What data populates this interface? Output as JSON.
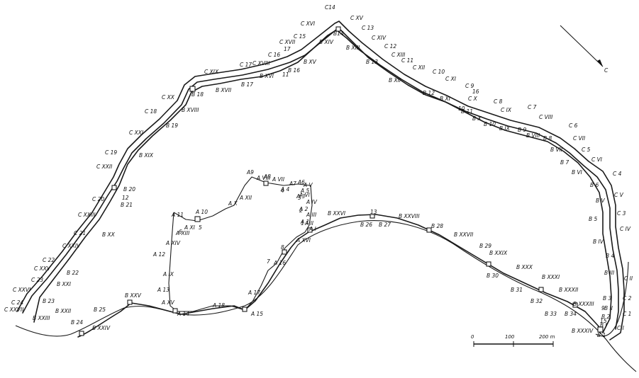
{
  "labels": {
    "outer": [
      "C14",
      "C XV",
      "C 13",
      "C XIV",
      "C 12",
      "C XIII",
      "C 11",
      "C XII",
      "C 10",
      "C XI",
      "C 9",
      "C X",
      "C 8",
      "C IX",
      "C 7",
      "C VIII",
      "C 6",
      "C VII",
      "C 5",
      "C VI",
      "C 4",
      "C V",
      "C 3",
      "C IV",
      "C II",
      "C 2",
      "C 1",
      "C I",
      "C XVI",
      "C 15",
      "C XVII",
      "C 16",
      "C XVIII",
      "C 17",
      "C XIX",
      "C 18",
      "C XX",
      "C 19",
      "C XXI",
      "C 20",
      "C XXII",
      "C 21",
      "C XXIII",
      "C 22",
      "C XXIV",
      "C 23",
      "C XXV",
      "C 24",
      "C XXVI",
      "C XXVII"
    ],
    "towers_b": [
      "B14",
      "B XIV",
      "B XIII",
      "B 13",
      "B XII",
      "B 12",
      "B XI",
      "B 11",
      "B X",
      "B 10",
      "B IX",
      "B 9",
      "B VIII",
      "B 8",
      "B VII",
      "B 7",
      "B VI",
      "B 6",
      "B V",
      "B 5",
      "B IV",
      "B 4",
      "B III",
      "B 3",
      "B II",
      "B 2",
      "B I",
      "B XV",
      "B 16",
      "B XVI",
      "B 17",
      "B 18",
      "B XVII",
      "B 19",
      "B XVIII",
      "B 20",
      "B 21",
      "B XIX",
      "B XX",
      "B 22",
      "B XXI",
      "B 23",
      "B XXII",
      "B XXIII",
      "B 24",
      "B 25",
      "B XXIV",
      "B XXV",
      "B XXVI",
      "B 26",
      "B 27",
      "B 28",
      "B XXVII",
      "B 29",
      "B XXVIII",
      "B XXIX",
      "B 30",
      "B XXX",
      "B 31",
      "B XXXI",
      "B 32",
      "B XXXII",
      "B 33",
      "B XXXIII",
      "B 34",
      "B XXXIV",
      "B 1"
    ],
    "citadel": [
      "A9",
      "A VIII",
      "A8",
      "A VII",
      "A7",
      "A6",
      "A V",
      "A X",
      "A 10",
      "A 11",
      "A VI",
      "A 12",
      "A IV",
      "A 13",
      "A III",
      "A 14",
      "A II",
      "A 15",
      "A I",
      "A 16",
      "A XI",
      "A 5",
      "A XVI",
      "A 17",
      "A 18",
      "A XV",
      "A 3",
      "A IX",
      "A 4",
      "A 2",
      "A 1",
      "A XIV",
      "A XIII",
      "A XII"
    ],
    "numerals": [
      "2",
      "3",
      "4",
      "5",
      "6",
      "7",
      "8",
      "9",
      "10",
      "11",
      "12",
      "13",
      "1",
      "15",
      "16",
      "17"
    ]
  },
  "scale": {
    "ticks": [
      "0",
      "100",
      "200 m"
    ]
  },
  "north": "C"
}
